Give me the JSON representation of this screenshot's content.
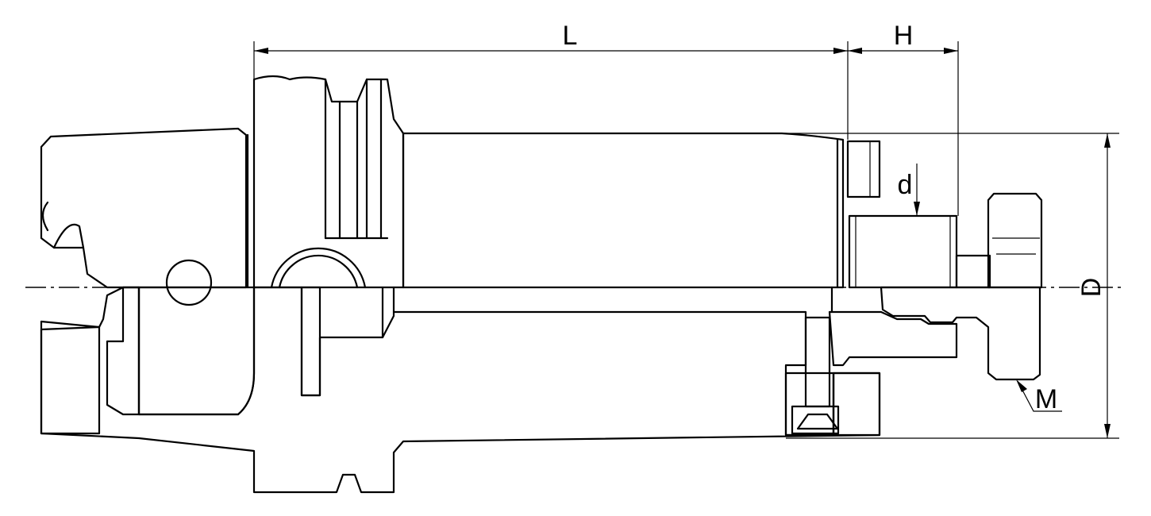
{
  "labels": {
    "length": "L",
    "head_height": "H",
    "bore_diameter": "d",
    "outer_diameter": "D",
    "thread": "M"
  }
}
